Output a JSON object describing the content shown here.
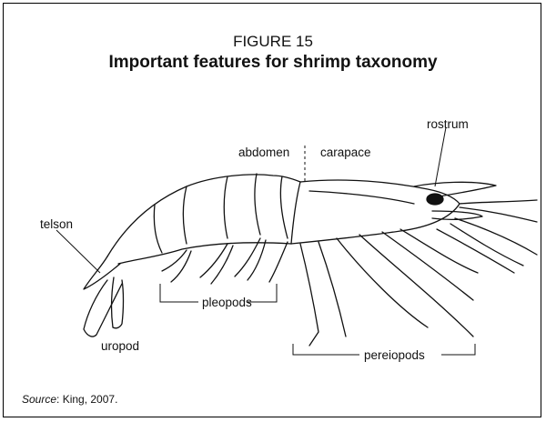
{
  "figure": {
    "number": "FIGURE 15",
    "title": "Important features for shrimp taxonomy"
  },
  "labels": {
    "rostrum": "rostrum",
    "abdomen": "abdomen",
    "carapace": "carapace",
    "telson": "telson",
    "uropod": "uropod",
    "pleopods": "pleopods",
    "pereiopods": "pereiopods"
  },
  "source": {
    "prefix": "Source",
    "text": ": King, 2007."
  }
}
